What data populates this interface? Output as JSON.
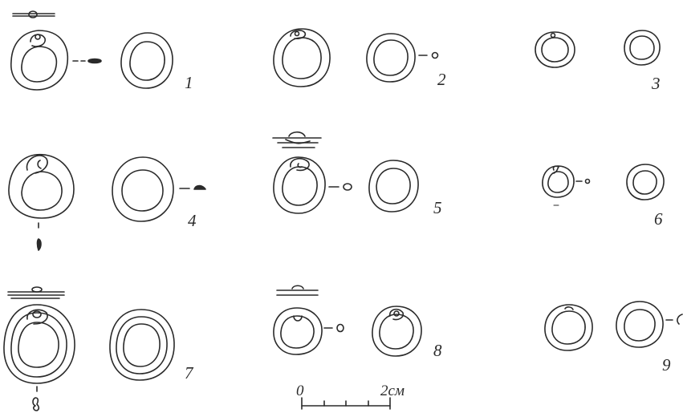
{
  "figure_numbers": [
    "1",
    "2",
    "3",
    "4",
    "5",
    "6",
    "7",
    "8",
    "9"
  ],
  "scale_bar": {
    "start_label": "0",
    "end_label": "2см"
  },
  "colors": {
    "ink": "#2a2a2a",
    "paper": "#ffffff"
  }
}
